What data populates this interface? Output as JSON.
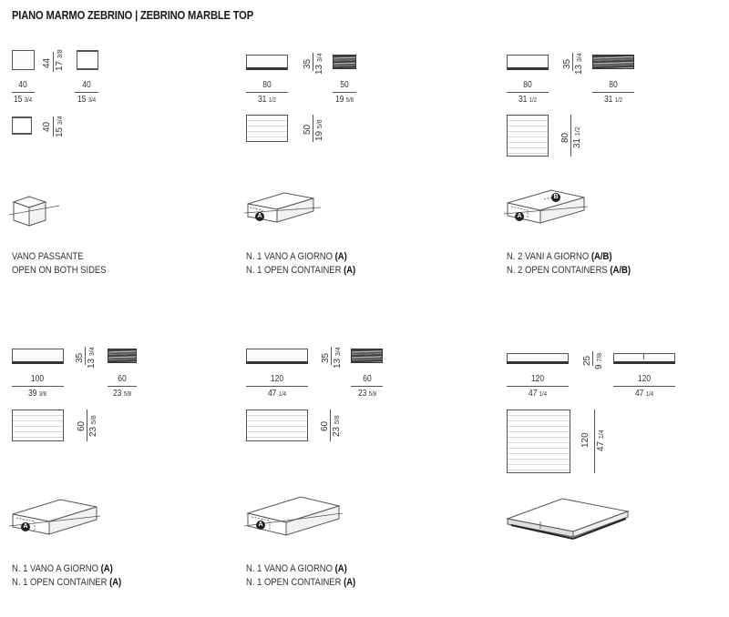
{
  "title": "PIANO MARMO ZEBRINO | ZEBRINO MARBLE TOP",
  "col1": {
    "front_w": "40",
    "front_w_in": "15",
    "front_w_frac": "3/4",
    "height": "44",
    "height_in": "17",
    "height_frac": "3/8",
    "side_w": "40",
    "side_w_in": "15",
    "side_w_frac": "3/4",
    "depth": "40",
    "depth_in": "15",
    "depth_frac": "3/4",
    "caption_it": "VANO PASSANTE",
    "caption_en": "OPEN ON BOTH SIDES"
  },
  "col2": {
    "front_w": "80",
    "front_w_in": "31",
    "front_w_frac": "1/2",
    "height": "35",
    "height_in": "13",
    "height_frac": "3/4",
    "side_w": "50",
    "side_w_in": "19",
    "side_w_frac": "5/8",
    "depth": "50",
    "depth_in": "19",
    "depth_frac": "5/8",
    "caption_it": "N. 1 VANO A GIORNO",
    "caption_it_tag": "(A)",
    "caption_en": "N. 1 OPEN CONTAINER",
    "caption_en_tag": "(A)",
    "marker_a": "A"
  },
  "col3": {
    "front_w": "80",
    "front_w_in": "31",
    "front_w_frac": "1/2",
    "height": "35",
    "height_in": "13",
    "height_frac": "3/4",
    "side_w": "80",
    "side_w_in": "31",
    "side_w_frac": "1/2",
    "depth": "80",
    "depth_in": "31",
    "depth_frac": "1/2",
    "caption_it": "N. 2 VANI A GIORNO",
    "caption_it_tag": "(A/B)",
    "caption_en": "N. 2 OPEN CONTAINERS",
    "caption_en_tag": "(A/B)",
    "marker_a": "A",
    "marker_b": "B"
  },
  "col4": {
    "front_w": "100",
    "front_w_in": "39",
    "front_w_frac": "3/8",
    "height": "35",
    "height_in": "13",
    "height_frac": "3/4",
    "side_w": "60",
    "side_w_in": "23",
    "side_w_frac": "5/8",
    "depth": "60",
    "depth_in": "23",
    "depth_frac": "5/8",
    "caption_it": "N. 1 VANO A GIORNO",
    "caption_it_tag": "(A)",
    "caption_en": "N. 1 OPEN CONTAINER",
    "caption_en_tag": "(A)",
    "marker_a": "A"
  },
  "col5": {
    "front_w": "120",
    "front_w_in": "47",
    "front_w_frac": "1/4",
    "height": "35",
    "height_in": "13",
    "height_frac": "3/4",
    "side_w": "60",
    "side_w_in": "23",
    "side_w_frac": "5/8",
    "depth": "60",
    "depth_in": "23",
    "depth_frac": "5/8",
    "caption_it": "N. 1 VANO A GIORNO",
    "caption_it_tag": "(A)",
    "caption_en": "N. 1 OPEN CONTAINER",
    "caption_en_tag": "(A)",
    "marker_a": "A"
  },
  "col6": {
    "front_w": "120",
    "front_w_in": "47",
    "front_w_frac": "1/4",
    "height": "25",
    "height_in": "9",
    "height_frac": "7/8",
    "side_w": "120",
    "side_w_in": "47",
    "side_w_frac": "1/4",
    "depth": "120",
    "depth_in": "47",
    "depth_frac": "1/4"
  }
}
